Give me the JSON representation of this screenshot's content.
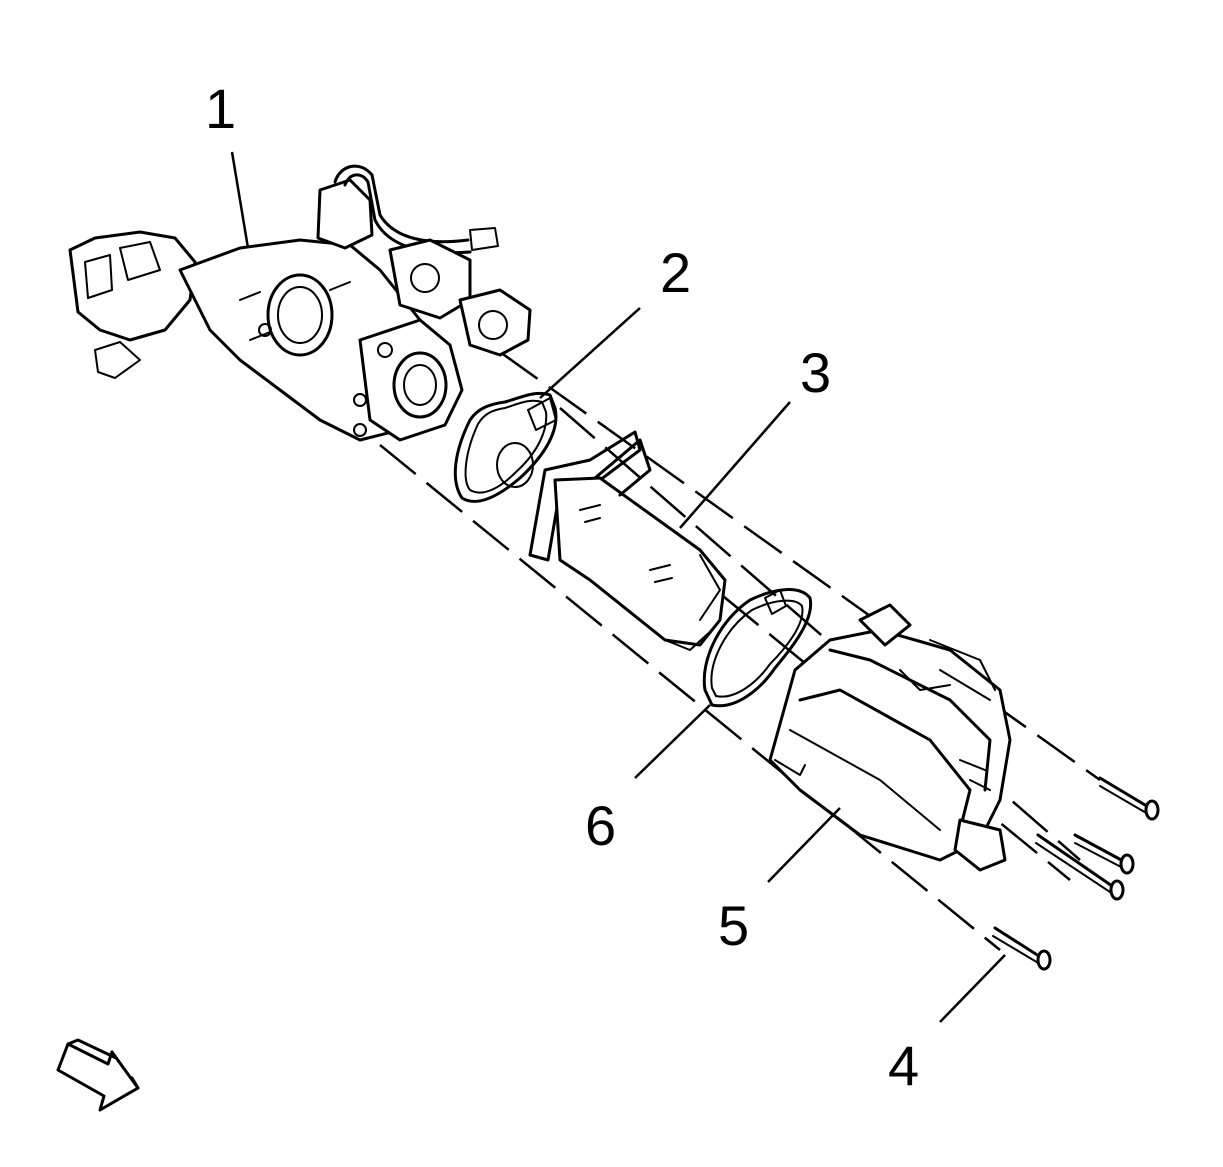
{
  "callouts": [
    {
      "id": "1",
      "text": "1"
    },
    {
      "id": "2",
      "text": "2"
    },
    {
      "id": "3",
      "text": "3"
    },
    {
      "id": "4",
      "text": "4"
    },
    {
      "id": "5",
      "text": "5"
    },
    {
      "id": "6",
      "text": "6"
    }
  ],
  "icons": {
    "direction_arrow": "front-direction-arrow-icon"
  },
  "colors": {
    "line": "#000000",
    "background": "#ffffff"
  }
}
